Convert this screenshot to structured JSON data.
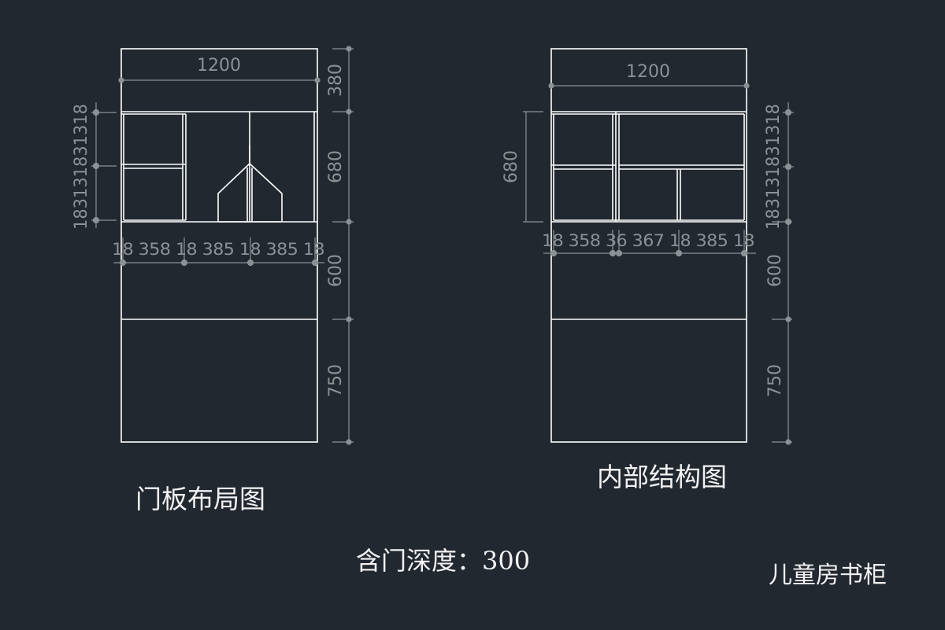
{
  "drawing": {
    "depth_note": "含门深度：300",
    "project_name": "儿童房书柜"
  },
  "views": [
    {
      "title": "门板布局图",
      "width_label": "1200",
      "heights": [
        "380",
        "680",
        "600",
        "750"
      ],
      "inner_heights_label": "183131831318",
      "widths_row": "18 358 18 385 18 385 18"
    },
    {
      "title": "内部结构图",
      "width_label": "1200",
      "heights": [
        "680",
        "600",
        "750"
      ],
      "inner_heights_label": "183131831318",
      "widths_row": "18 358 36 367 18 385 18"
    }
  ],
  "colors": {
    "background": "#212830",
    "outline": "#ffffff",
    "dimension": "#8c9196",
    "title": "#f2f2f2"
  }
}
